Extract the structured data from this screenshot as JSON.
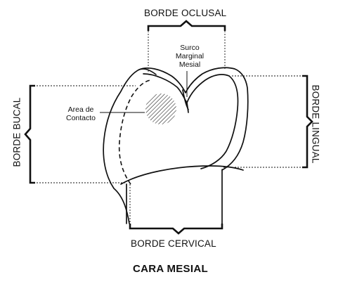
{
  "labels": {
    "occlusal_border": "BORDE OCLUSAL",
    "cervical_border": "BORDE CERVICAL",
    "buccal_border": "BORDE BUCAL",
    "lingual_border": "BORDE LINGUAL",
    "marginal_groove_lines": [
      "Surco",
      "Marginal",
      "Mesial"
    ],
    "contact_area_lines": [
      "Area de",
      "Contacto"
    ]
  },
  "caption": "CARA MESIAL",
  "colors": {
    "ink": "#111111",
    "background": "#ffffff"
  }
}
